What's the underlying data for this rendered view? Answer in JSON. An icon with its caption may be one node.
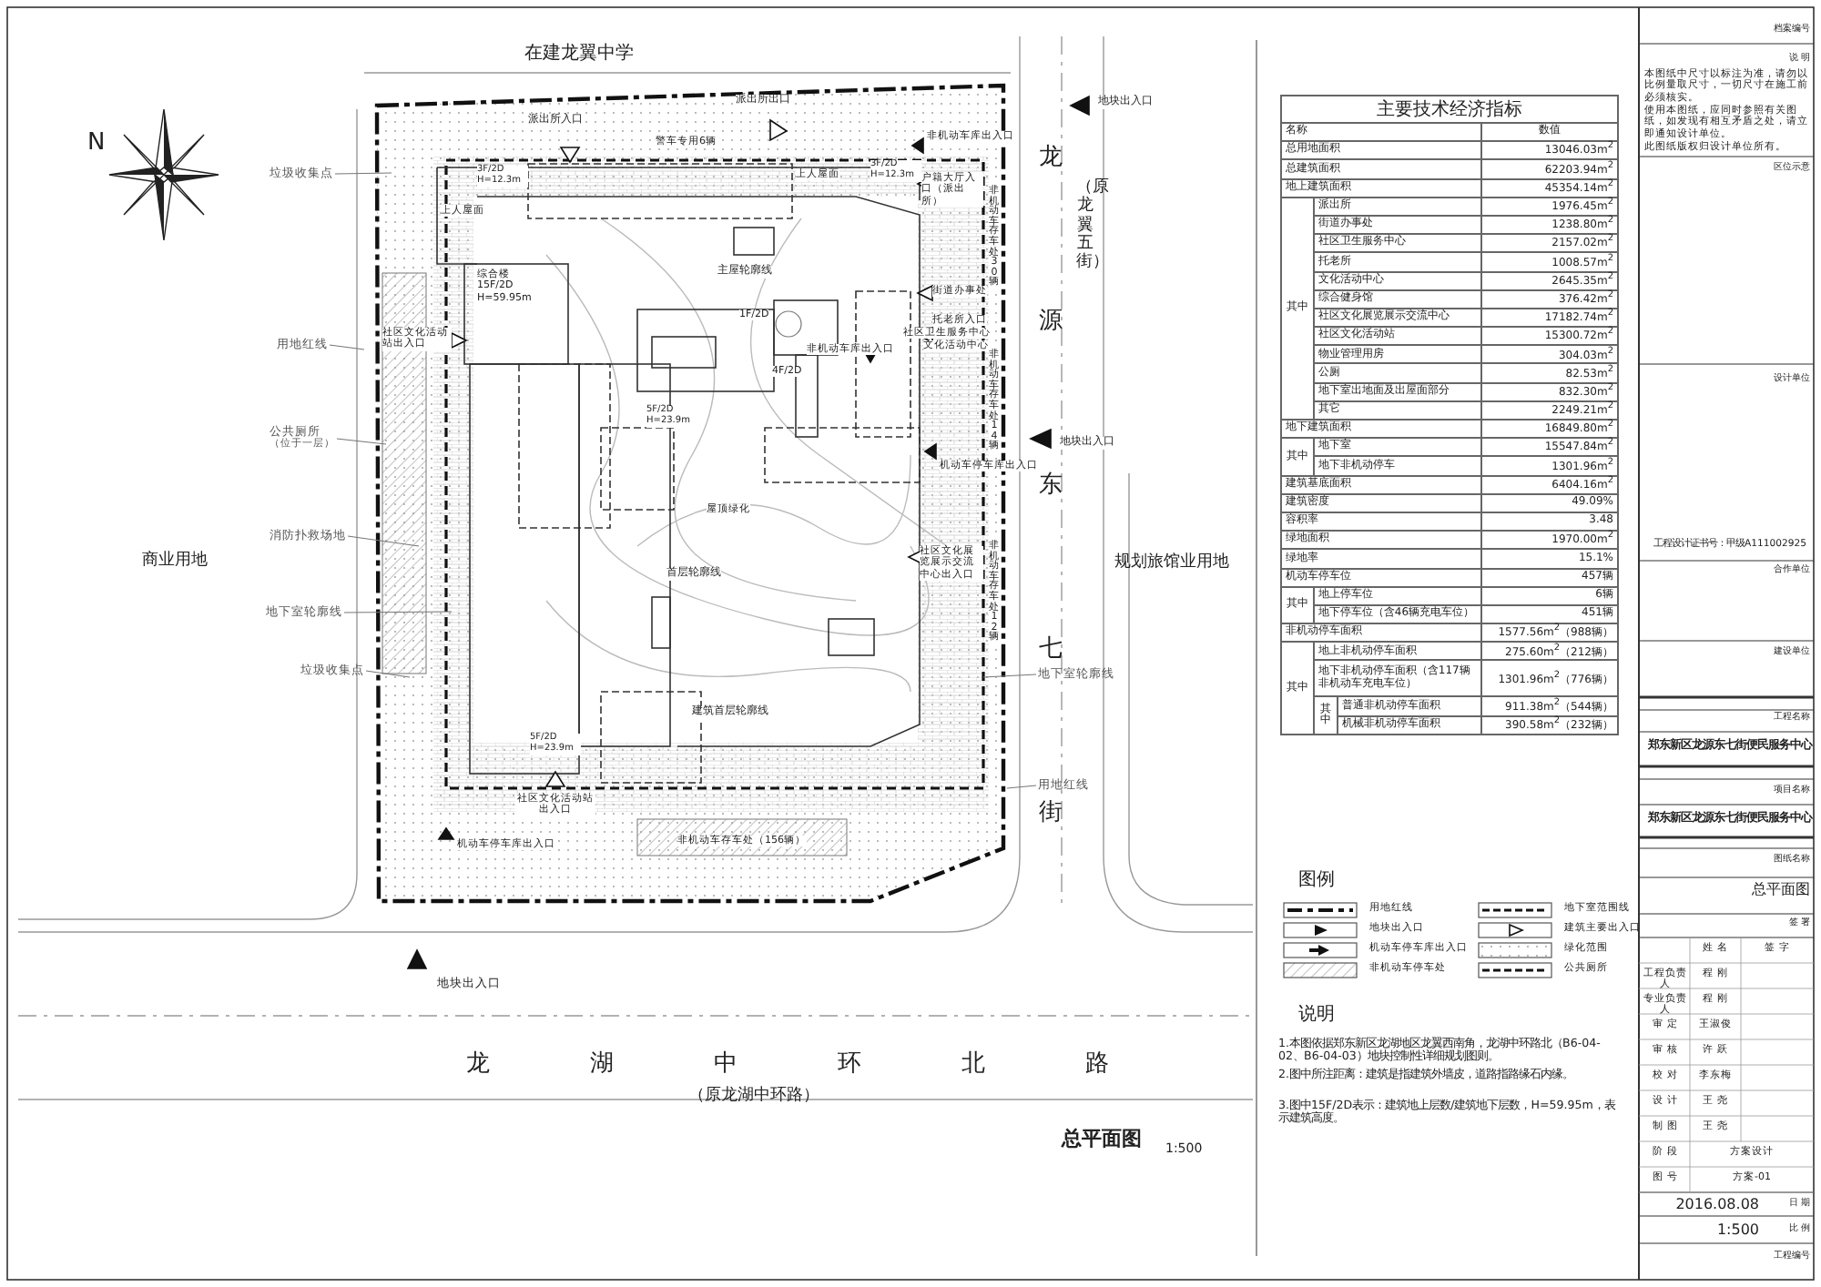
{
  "diagram": {
    "title": "总平面图",
    "nodes": [
      {
        "text": [
          "垃圾收集点"
        ]
      },
      {
        "text": [
          "用地红线"
        ]
      },
      {
        "text": [
          "公共厕所",
          "（位于一层）"
        ]
      },
      {
        "text": [
          "消防扑救场地"
        ]
      },
      {
        "text": [
          "地下室轮廓线"
        ]
      },
      {
        "text": [
          "垃圾收集点"
        ]
      },
      {
        "text": [
          "地下室轮廓线"
        ]
      },
      {
        "text": [
          "用地红线"
        ]
      }
    ],
    "edges": [
      {
        "from": 0,
        "to": null,
        "arrow": "none"
      },
      {
        "from": 1,
        "to": null,
        "arrow": "none"
      },
      {
        "from": 2,
        "to": null,
        "arrow": "none"
      },
      {
        "from": 3,
        "to": null,
        "arrow": "none"
      },
      {
        "from": 4,
        "to": null,
        "arrow": "none"
      },
      {
        "from": 5,
        "to": null,
        "arrow": "none"
      },
      {
        "from": 6,
        "to": null,
        "arrow": "none"
      },
      {
        "from": 7,
        "to": null,
        "arrow": "none"
      }
    ],
    "labels": [
      "在建龙翼中学",
      "派出所出口",
      "地块出入口",
      "派出所入口",
      "警车专用6辆",
      "非机动车库出入口",
      "3F/2D H=12.3m",
      "上人屋面",
      "3F/2D H=12.3m",
      "户籍大厅入口（派出所）",
      "上人屋面",
      "主屋轮廓线",
      "综合楼 15F/2D H=59.95m",
      "街道办事处",
      "1F/2D",
      "托老所入口",
      "社区卫生服务中心",
      "非机动车库出入口",
      "文化活动中心",
      "4F/2D",
      "社区文化活动站出入口",
      "5F/2D H=23.9m",
      "机动车停车库出入口",
      "地块出入口",
      "屋顶绿化",
      "首层轮廓线",
      "社区文化展览展示交流中心出入口",
      "建筑首层轮廓线",
      "5F/2D H=23.9m",
      "社区文化活动站出入口",
      "机动车停车库出入口",
      "非机动车存车处（156辆）",
      "地块出入口",
      "商业用地",
      "规划旅馆业用地",
      "非机动车存车处30辆",
      "非机动车存车处14辆",
      "非机动车存车处12辆",
      "龙源东七街",
      "（原龙翼五街）",
      "N",
      "龙湖中环北路",
      "（原龙湖中环路）",
      "1:500",
      "主要技术经济指标",
      "名称",
      "数值",
      "总用地面积",
      "13046.03m$^{2}$",
      "总建筑面积",
      "62203.94m$^{2}$",
      "地上建筑面积",
      "45354.14m$^{2}$",
      "其中",
      "派出所",
      "1976.45m$^{2}$",
      "街道办事处",
      "1238.80m$^{2}$",
      "社区卫生服务中心",
      "2157.02m$^{2}$",
      "托老所",
      "1008.57m$^{2}$",
      "文化活动中心",
      "2645.35m$^{2}$",
      "综合健身馆",
      "376.42m$^{2}$",
      "社区文化展览展示交流中心",
      "17182.74m$^{2}$",
      "社区文化活动站",
      "15300.72m$^{2}$",
      "物业管理用房",
      "304.03m$^{2}$",
      "公厕",
      "82.53m$^{2}$",
      "地下室出地面及出屋面部分",
      "832.30m$^{2}$",
      "其它",
      "2249.21m$^{2}$",
      "地下建筑面积",
      "16849.80m$^{2}$",
      "其中",
      "地下室",
      "15547.84m$^{2}$",
      "地下非机动停车",
      "1301.96m$^{2}$",
      "建筑基底面积",
      "6404.16m$^{2}$",
      "建筑密度",
      "49.09%",
      "容积率",
      "3.48",
      "绿地面积",
      "1970.00m$^{2}$",
      "绿地率",
      "15.1%",
      "机动车停车位",
      "457辆",
      "其中",
      "地上停车位",
      "6辆",
      "地下停车位（含46辆充电车位）",
      "451辆",
      "非机动停车面积",
      "1577.56m$^{2}$（988辆）",
      "其中",
      "地上非机动停车面积",
      "275.60m$^{2}$（212辆）",
      "地下非机动停车面积（含117辆非机动车充电车位）",
      "1301.96m$^{2}$（776辆）",
      "其中",
      "普通非机动停车面积",
      "911.38m$^{2}$（544辆）",
      "机械非机动停车面积",
      "390.58m$^{2}$（232辆）",
      "图例",
      "说明",
      "1.本图依据郑东新区龙湖地区龙翼西南角，龙湖中环路北（B6-04-02、B6-04-03）地块控制性详细规划图则。",
      "2.图中所注距离：建筑是指建筑外墙皮，道路指路缘石内缘。",
      "3.图中15F/2D表示：建筑地上层数/建筑地下层数，H=59.95m，表示建筑高度。",
      "档案编号",
      "说 明",
      "本图纸中尺寸以标注为准，请勿以比例量取尺寸，一切尺寸在施工前必须核实。",
      "使用本图纸，应同时参照有关图纸，如发现有相互矛盾之处，请立即通知设计单位。",
      "此图纸版权归设计单位所有。",
      "区位示意",
      "设计单位",
      "工程设计证书号：甲级A111002925",
      "合作单位",
      "建设单位",
      "工程名称",
      "郑东新区龙源东七街便民服务中心",
      "项目名称",
      "郑东新区龙源东七街便民服务中心",
      "图纸名称",
      "总平面图",
      "签 署",
      "姓 名",
      "签 字",
      "工程负责人",
      "程 刚",
      "专业负责人",
      "程 刚",
      "审 定",
      "王淑俊",
      "审 核",
      "许 跃",
      "校 对",
      "李东梅",
      "设 计",
      "王 尧",
      "制 图",
      "王 尧",
      "阶 段",
      "方案设计",
      "图 号",
      "方案-01",
      "2016.08.08",
      "日 期",
      "1:500",
      "比 例",
      "工程编号"
    ],
    "legend": [
      {
        "text": "用地红线"
      },
      {
        "text": "地下室范围线"
      },
      {
        "text": "地块出入口"
      },
      {
        "text": "建筑主要出入口"
      },
      {
        "text": "机动车停车库出入口"
      },
      {
        "text": "绿化范围"
      },
      {
        "text": "非机动车停车处"
      },
      {
        "text": "公共厕所"
      }
    ]
  }
}
